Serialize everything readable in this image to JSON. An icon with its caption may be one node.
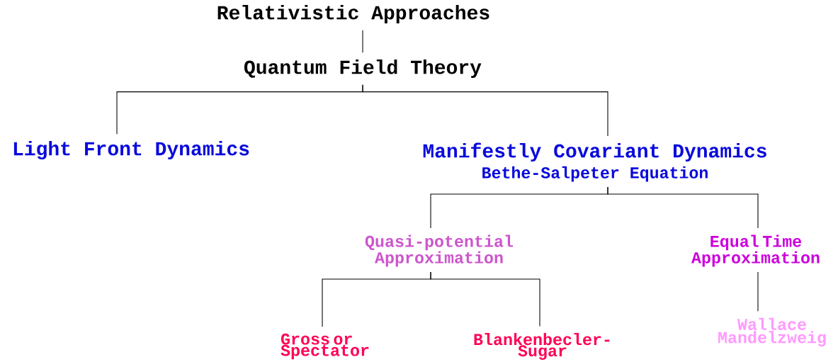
{
  "diagram": {
    "nodes": [
      {
        "text": [
          "Relativistic Approaches"
        ]
      },
      {
        "text": [
          "Quantum Field Theory"
        ]
      },
      {
        "text": [
          "Light Front Dynamics"
        ]
      },
      {
        "text": [
          "Manifestly Covariant Dynamics",
          "Bethe-Salpeter Equation"
        ]
      },
      {
        "text": [
          "Quasi-potential Approximation"
        ]
      },
      {
        "text": [
          "Equal Time Approximation"
        ]
      },
      {
        "text": [
          "Gross or Spectator"
        ]
      },
      {
        "text": [
          "Blankenbecler- Sugar"
        ]
      },
      {
        "text": [
          "Wallace Mandelzweig"
        ]
      }
    ],
    "edges": [
      {
        "from": 0,
        "to": 1,
        "arrow": "none"
      },
      {
        "from": 1,
        "to": 2,
        "arrow": "none"
      },
      {
        "from": 1,
        "to": 3,
        "arrow": "none"
      },
      {
        "from": 3,
        "to": 4,
        "arrow": "none"
      },
      {
        "from": 3,
        "to": 5,
        "arrow": "none"
      },
      {
        "from": 4,
        "to": 6,
        "arrow": "none"
      },
      {
        "from": 4,
        "to": 7,
        "arrow": "none"
      },
      {
        "from": 5,
        "to": 8,
        "arrow": "none"
      }
    ]
  }
}
